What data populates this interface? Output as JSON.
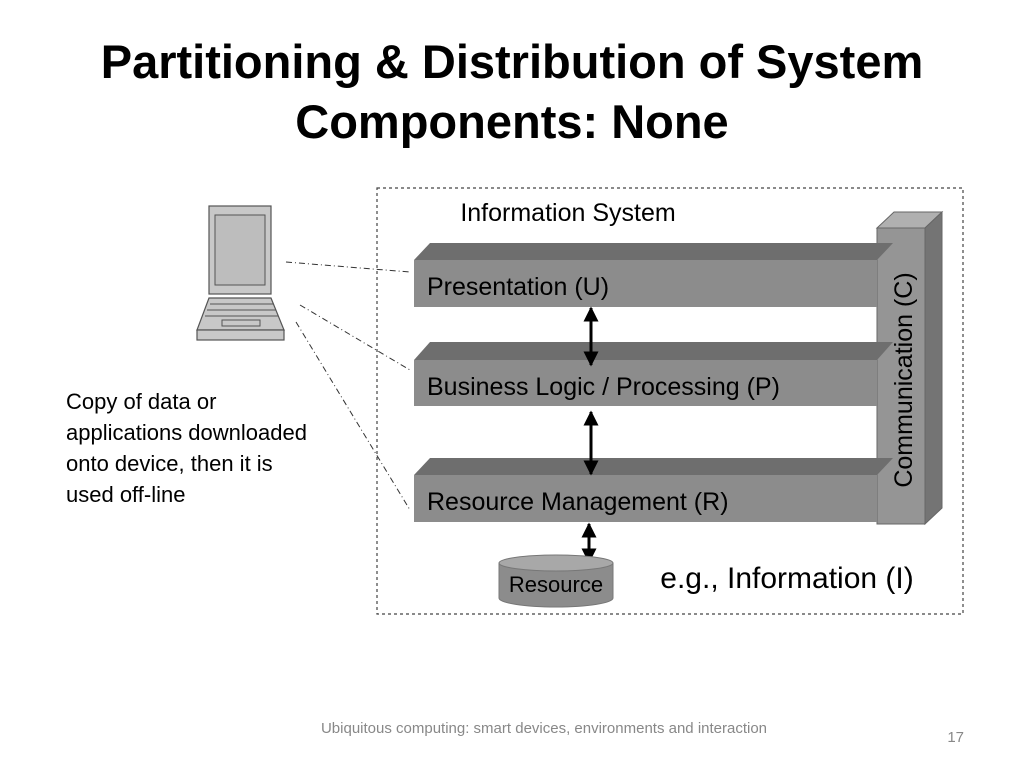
{
  "slide": {
    "title_line1": "Partitioning & Distribution of System",
    "title_line2": "Components: None",
    "footer": "Ubiquitous computing: smart devices, environments and interaction",
    "page_number": "17"
  },
  "diagram": {
    "system_label": "Information System",
    "layers": {
      "presentation": "Presentation (U)",
      "business": "Business Logic / Processing (P)",
      "resource": "Resource Management (R)"
    },
    "communication": "Communication (C)",
    "resource_store": "Resource",
    "example": "e.g., Information (I)",
    "note": "Copy of data or applications downloaded onto device, then it is used off-line"
  },
  "colors": {
    "layer_front": "#8c8c8c",
    "layer_top": "#6e6e6e",
    "comm_front": "#959595",
    "comm_side": "#747474"
  }
}
